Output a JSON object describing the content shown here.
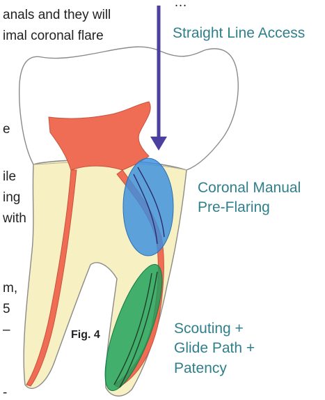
{
  "caption_fragments": {
    "line1": "…",
    "line2": "anals and they will",
    "line3": "imal coronal flare",
    "side_1": "e",
    "side_2": "ile",
    "side_3": "ing",
    "side_4": "with",
    "side_5": "m,",
    "side_6": "5",
    "side_7": "–",
    "side_8": "-"
  },
  "labels": {
    "straight_line_access": "Straight Line Access",
    "coronal_line1": "Coronal Manual",
    "coronal_line2": "Pre-Flaring",
    "scouting_line1": "Scouting +",
    "scouting_line2": "Glide Path +",
    "scouting_line3": "Patency"
  },
  "figure_label": "Fig. 4",
  "colors": {
    "label_text": "#2f7f8c",
    "arrow": "#4b3fa0",
    "crown_fill": "#ffffff",
    "root_fill": "#f7f0c3",
    "pulp": "#ef6d55",
    "coronal_ellipse": "#3a8fe0",
    "glide_ellipse": "#1aa05a"
  }
}
